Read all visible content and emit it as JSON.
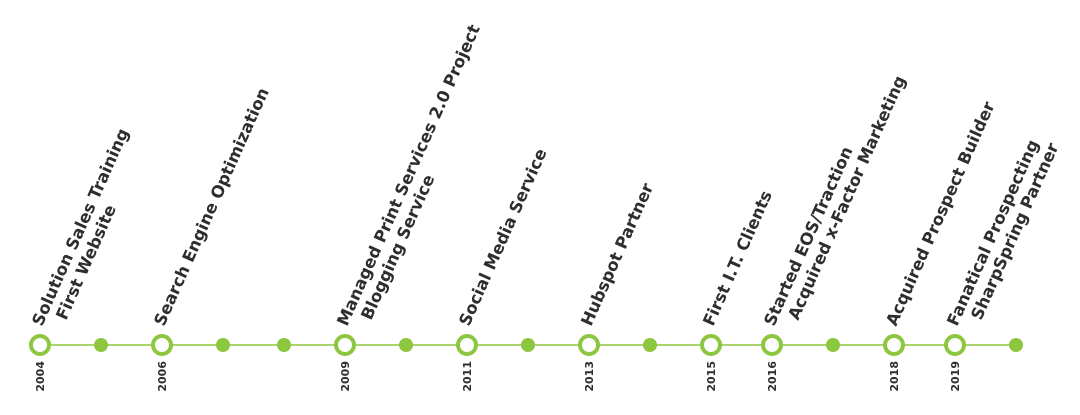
{
  "timeline": {
    "colors": {
      "accent": "#8dc63f",
      "text": "#2e2e2e",
      "background": "#ffffff"
    },
    "stops": [
      {
        "kind": "milestone",
        "year": "2004",
        "events": [
          "Solution Sales Training",
          "First Website"
        ]
      },
      {
        "kind": "dot"
      },
      {
        "kind": "milestone",
        "year": "2006",
        "events": [
          "Search Engine Optimization"
        ]
      },
      {
        "kind": "dot"
      },
      {
        "kind": "dot"
      },
      {
        "kind": "milestone",
        "year": "2009",
        "events": [
          "Managed Print Services 2.0 Project",
          "Blogging Service"
        ]
      },
      {
        "kind": "dot"
      },
      {
        "kind": "milestone",
        "year": "2011",
        "events": [
          "Social Media Service"
        ]
      },
      {
        "kind": "dot"
      },
      {
        "kind": "milestone",
        "year": "2013",
        "events": [
          "Hubspot Partner"
        ]
      },
      {
        "kind": "dot"
      },
      {
        "kind": "milestone",
        "year": "2015",
        "events": [
          "First I.T. Clients"
        ]
      },
      {
        "kind": "milestone",
        "year": "2016",
        "events": [
          "Started EOS/Traction",
          "Acquired x-Factor Marketing"
        ]
      },
      {
        "kind": "dot"
      },
      {
        "kind": "milestone",
        "year": "2018",
        "events": [
          "Acquired Prospect Builder"
        ]
      },
      {
        "kind": "milestone",
        "year": "2019",
        "events": [
          "Fanatical Prospecting",
          "SharpSpring Partner"
        ]
      },
      {
        "kind": "dot"
      }
    ]
  }
}
